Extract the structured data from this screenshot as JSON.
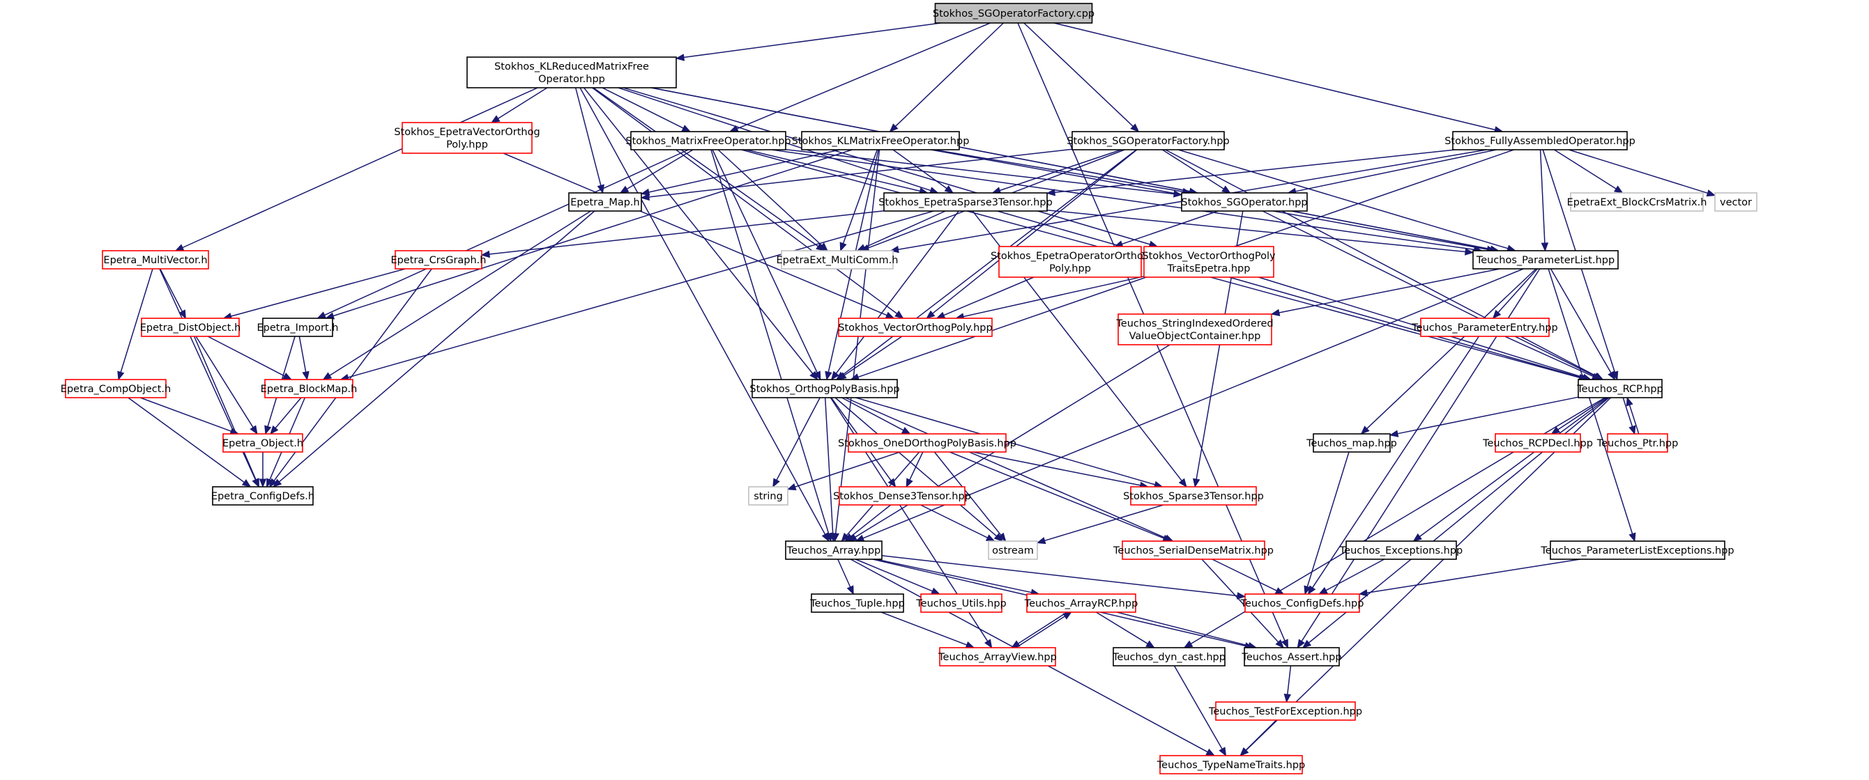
{
  "colors": {
    "edge": "#191970",
    "border_documented": "#000000",
    "border_undocumented": "#ff0000",
    "border_external": "#bfbfbf",
    "root_fill": "#bfbfbf",
    "fill": "#ffffff"
  },
  "nodes": [
    {
      "id": "root",
      "lines": [
        "Stokhos_SGOperatorFactory.cpp"
      ],
      "kind": "root"
    },
    {
      "id": "klreduced",
      "lines": [
        "Stokhos_KLReducedMatrixFree",
        "Operator.hpp"
      ],
      "kind": "documented"
    },
    {
      "id": "mfop",
      "lines": [
        "Stokhos_MatrixFreeOperator.hpp"
      ],
      "kind": "documented"
    },
    {
      "id": "klmf",
      "lines": [
        "Stokhos_KLMatrixFreeOperator.hpp"
      ],
      "kind": "documented"
    },
    {
      "id": "sgfac",
      "lines": [
        "Stokhos_SGOperatorFactory.hpp"
      ],
      "kind": "documented"
    },
    {
      "id": "fullyassem",
      "lines": [
        "Stokhos_FullyAssembledOperator.hpp"
      ],
      "kind": "documented"
    },
    {
      "id": "epetravecop",
      "lines": [
        "Stokhos_EpetraVectorOrthog",
        "Poly.hpp"
      ],
      "kind": "undocumented"
    },
    {
      "id": "epetramap",
      "lines": [
        "Epetra_Map.h"
      ],
      "kind": "documented"
    },
    {
      "id": "epsparse",
      "lines": [
        "Stokhos_EpetraSparse3Tensor.hpp"
      ],
      "kind": "documented"
    },
    {
      "id": "sgop",
      "lines": [
        "Stokhos_SGOperator.hpp"
      ],
      "kind": "documented"
    },
    {
      "id": "blockcrs",
      "lines": [
        "EpetraExt_BlockCrsMatrix.h"
      ],
      "kind": "external"
    },
    {
      "id": "vector",
      "lines": [
        "vector"
      ],
      "kind": "external"
    },
    {
      "id": "multivector",
      "lines": [
        "Epetra_MultiVector.h"
      ],
      "kind": "undocumented"
    },
    {
      "id": "crsgraph",
      "lines": [
        "Epetra_CrsGraph.h"
      ],
      "kind": "undocumented"
    },
    {
      "id": "multicomm",
      "lines": [
        "EpetraExt_MultiComm.h"
      ],
      "kind": "external"
    },
    {
      "id": "epopop",
      "lines": [
        "Stokhos_EpetraOperatorOrthog",
        "Poly.hpp"
      ],
      "kind": "undocumented"
    },
    {
      "id": "vecopte",
      "lines": [
        "Stokhos_VectorOrthogPoly",
        "TraitsEpetra.hpp"
      ],
      "kind": "undocumented"
    },
    {
      "id": "paramlist",
      "lines": [
        "Teuchos_ParameterList.hpp"
      ],
      "kind": "documented"
    },
    {
      "id": "distobj",
      "lines": [
        "Epetra_DistObject.h"
      ],
      "kind": "undocumented"
    },
    {
      "id": "import",
      "lines": [
        "Epetra_Import.h"
      ],
      "kind": "documented"
    },
    {
      "id": "vecop",
      "lines": [
        "Stokhos_VectorOrthogPoly.hpp"
      ],
      "kind": "undocumented"
    },
    {
      "id": "strindexed",
      "lines": [
        "Teuchos_StringIndexedOrdered",
        "ValueObjectContainer.hpp"
      ],
      "kind": "undocumented"
    },
    {
      "id": "paramentry",
      "lines": [
        "Teuchos_ParameterEntry.hpp"
      ],
      "kind": "undocumented"
    },
    {
      "id": "compobj",
      "lines": [
        "Epetra_CompObject.h"
      ],
      "kind": "undocumented"
    },
    {
      "id": "blockmap",
      "lines": [
        "Epetra_BlockMap.h"
      ],
      "kind": "undocumented"
    },
    {
      "id": "orthopoly",
      "lines": [
        "Stokhos_OrthogPolyBasis.hpp"
      ],
      "kind": "documented"
    },
    {
      "id": "rcp",
      "lines": [
        "Teuchos_RCP.hpp"
      ],
      "kind": "documented"
    },
    {
      "id": "epobject",
      "lines": [
        "Epetra_Object.h"
      ],
      "kind": "undocumented"
    },
    {
      "id": "oned",
      "lines": [
        "Stokhos_OneDOrthogPolyBasis.hpp"
      ],
      "kind": "undocumented"
    },
    {
      "id": "tmap",
      "lines": [
        "Teuchos_map.hpp"
      ],
      "kind": "documented"
    },
    {
      "id": "rcpdecl",
      "lines": [
        "Teuchos_RCPDecl.hpp"
      ],
      "kind": "undocumented"
    },
    {
      "id": "ptr",
      "lines": [
        "Teuchos_Ptr.hpp"
      ],
      "kind": "undocumented"
    },
    {
      "id": "configdefs",
      "lines": [
        "Epetra_ConfigDefs.h"
      ],
      "kind": "documented"
    },
    {
      "id": "string",
      "lines": [
        "string"
      ],
      "kind": "external"
    },
    {
      "id": "dense3",
      "lines": [
        "Stokhos_Dense3Tensor.hpp"
      ],
      "kind": "undocumented"
    },
    {
      "id": "sparse3",
      "lines": [
        "Stokhos_Sparse3Tensor.hpp"
      ],
      "kind": "undocumented"
    },
    {
      "id": "tarray",
      "lines": [
        "Teuchos_Array.hpp"
      ],
      "kind": "documented"
    },
    {
      "id": "ostream",
      "lines": [
        "ostream"
      ],
      "kind": "external"
    },
    {
      "id": "serialdense",
      "lines": [
        "Teuchos_SerialDenseMatrix.hpp"
      ],
      "kind": "undocumented"
    },
    {
      "id": "exceptions",
      "lines": [
        "Teuchos_Exceptions.hpp"
      ],
      "kind": "documented"
    },
    {
      "id": "plexceptions",
      "lines": [
        "Teuchos_ParameterListExceptions.hpp"
      ],
      "kind": "documented"
    },
    {
      "id": "tuple",
      "lines": [
        "Teuchos_Tuple.hpp"
      ],
      "kind": "documented"
    },
    {
      "id": "utils",
      "lines": [
        "Teuchos_Utils.hpp"
      ],
      "kind": "undocumented"
    },
    {
      "id": "arrayrcp",
      "lines": [
        "Teuchos_ArrayRCP.hpp"
      ],
      "kind": "undocumented"
    },
    {
      "id": "tconfig",
      "lines": [
        "Teuchos_ConfigDefs.hpp"
      ],
      "kind": "undocumented"
    },
    {
      "id": "arrayview",
      "lines": [
        "Teuchos_ArrayView.hpp"
      ],
      "kind": "undocumented"
    },
    {
      "id": "dyncast",
      "lines": [
        "Teuchos_dyn_cast.hpp"
      ],
      "kind": "documented"
    },
    {
      "id": "tassert",
      "lines": [
        "Teuchos_Assert.hpp"
      ],
      "kind": "documented"
    },
    {
      "id": "testforexc",
      "lines": [
        "Teuchos_TestForException.hpp"
      ],
      "kind": "undocumented"
    },
    {
      "id": "typenametraits",
      "lines": [
        "Teuchos_TypeNameTraits.hpp"
      ],
      "kind": "undocumented"
    }
  ],
  "edges": [
    [
      "root",
      "klreduced"
    ],
    [
      "root",
      "mfop"
    ],
    [
      "root",
      "klmf"
    ],
    [
      "root",
      "sgfac"
    ],
    [
      "root",
      "fullyassem"
    ],
    [
      "root",
      "tassert"
    ],
    [
      "klreduced",
      "multivector"
    ],
    [
      "klreduced",
      "epetravecop"
    ],
    [
      "klreduced",
      "mfop"
    ],
    [
      "klreduced",
      "epetramap"
    ],
    [
      "klreduced",
      "epsparse"
    ],
    [
      "klreduced",
      "sgop"
    ],
    [
      "klreduced",
      "paramlist"
    ],
    [
      "klreduced",
      "multicomm"
    ],
    [
      "klreduced",
      "vecopte"
    ],
    [
      "klreduced",
      "orthopoly"
    ],
    [
      "klreduced",
      "vecop"
    ],
    [
      "klreduced",
      "tarray"
    ],
    [
      "epetravecop",
      "vecop"
    ],
    [
      "mfop",
      "epetramap"
    ],
    [
      "mfop",
      "epsparse"
    ],
    [
      "mfop",
      "sgop"
    ],
    [
      "mfop",
      "multicomm"
    ],
    [
      "mfop",
      "orthopoly"
    ],
    [
      "mfop",
      "tarray"
    ],
    [
      "mfop",
      "import"
    ],
    [
      "mfop",
      "paramlist"
    ],
    [
      "mfop",
      "rcp"
    ],
    [
      "klmf",
      "epetramap"
    ],
    [
      "klmf",
      "epsparse"
    ],
    [
      "klmf",
      "sgop"
    ],
    [
      "klmf",
      "multicomm"
    ],
    [
      "klmf",
      "orthopoly"
    ],
    [
      "klmf",
      "tarray"
    ],
    [
      "klmf",
      "import"
    ],
    [
      "klmf",
      "paramlist"
    ],
    [
      "sgfac",
      "sgop"
    ],
    [
      "sgfac",
      "epsparse"
    ],
    [
      "sgfac",
      "epetramap"
    ],
    [
      "sgfac",
      "multicomm"
    ],
    [
      "sgfac",
      "paramlist"
    ],
    [
      "sgfac",
      "rcp"
    ],
    [
      "sgfac",
      "orthopoly"
    ],
    [
      "sgfac",
      "vecop"
    ],
    [
      "fullyassem",
      "blockcrs"
    ],
    [
      "fullyassem",
      "vector"
    ],
    [
      "fullyassem",
      "sgop"
    ],
    [
      "fullyassem",
      "epsparse"
    ],
    [
      "fullyassem",
      "paramlist"
    ],
    [
      "fullyassem",
      "rcp"
    ],
    [
      "fullyassem",
      "multicomm"
    ],
    [
      "fullyassem",
      "orthopoly"
    ],
    [
      "epetramap",
      "blockmap"
    ],
    [
      "epetramap",
      "configdefs"
    ],
    [
      "epsparse",
      "crsgraph"
    ],
    [
      "epsparse",
      "multicomm"
    ],
    [
      "epsparse",
      "orthopoly"
    ],
    [
      "epsparse",
      "sparse3"
    ],
    [
      "epsparse",
      "paramlist"
    ],
    [
      "epsparse",
      "rcp"
    ],
    [
      "epsparse",
      "blockmap"
    ],
    [
      "sgop",
      "epopop"
    ],
    [
      "sgop",
      "paramlist"
    ],
    [
      "sgop",
      "rcp"
    ],
    [
      "sgop",
      "sparse3"
    ],
    [
      "multivector",
      "distobj"
    ],
    [
      "multivector",
      "compobj"
    ],
    [
      "multivector",
      "configdefs"
    ],
    [
      "crsgraph",
      "distobj"
    ],
    [
      "crsgraph",
      "configdefs"
    ],
    [
      "epopop",
      "vecop"
    ],
    [
      "vecopte",
      "vecop"
    ],
    [
      "vecopte",
      "rcp"
    ],
    [
      "paramlist",
      "strindexed"
    ],
    [
      "paramlist",
      "paramentry"
    ],
    [
      "paramlist",
      "rcp"
    ],
    [
      "paramlist",
      "tmap"
    ],
    [
      "paramlist",
      "plexceptions"
    ],
    [
      "paramlist",
      "tarray"
    ],
    [
      "paramlist",
      "tassert"
    ],
    [
      "distobj",
      "blockmap"
    ],
    [
      "distobj",
      "epobject"
    ],
    [
      "distobj",
      "configdefs"
    ],
    [
      "import",
      "blockmap"
    ],
    [
      "import",
      "epobject"
    ],
    [
      "vecop",
      "orthopoly"
    ],
    [
      "strindexed",
      "tarray"
    ],
    [
      "paramentry",
      "rcp"
    ],
    [
      "paramentry",
      "tconfig"
    ],
    [
      "compobj",
      "epobject"
    ],
    [
      "compobj",
      "configdefs"
    ],
    [
      "blockmap",
      "epobject"
    ],
    [
      "blockmap",
      "configdefs"
    ],
    [
      "orthopoly",
      "oned"
    ],
    [
      "orthopoly",
      "string"
    ],
    [
      "orthopoly",
      "dense3"
    ],
    [
      "orthopoly",
      "sparse3"
    ],
    [
      "orthopoly",
      "tarray"
    ],
    [
      "orthopoly",
      "ostream"
    ],
    [
      "orthopoly",
      "serialdense"
    ],
    [
      "orthopoly",
      "arrayview"
    ],
    [
      "rcp",
      "rcpdecl"
    ],
    [
      "rcp",
      "ptr"
    ],
    [
      "rcp",
      "tmap"
    ],
    [
      "rcp",
      "exceptions"
    ],
    [
      "rcp",
      "dyncast"
    ],
    [
      "rcp",
      "tassert"
    ],
    [
      "rcp",
      "typenametraits"
    ],
    [
      "ptr",
      "rcp"
    ],
    [
      "epobject",
      "configdefs"
    ],
    [
      "oned",
      "string"
    ],
    [
      "oned",
      "dense3"
    ],
    [
      "oned",
      "sparse3"
    ],
    [
      "oned",
      "tarray"
    ],
    [
      "oned",
      "ostream"
    ],
    [
      "oned",
      "serialdense"
    ],
    [
      "tmap",
      "tconfig"
    ],
    [
      "dense3",
      "tarray"
    ],
    [
      "dense3",
      "ostream"
    ],
    [
      "sparse3",
      "ostream"
    ],
    [
      "tarray",
      "tuple"
    ],
    [
      "tarray",
      "utils"
    ],
    [
      "tarray",
      "arrayrcp"
    ],
    [
      "tarray",
      "tconfig"
    ],
    [
      "tarray",
      "tassert"
    ],
    [
      "tarray",
      "typenametraits"
    ],
    [
      "serialdense",
      "tconfig"
    ],
    [
      "serialdense",
      "tassert"
    ],
    [
      "exceptions",
      "tconfig"
    ],
    [
      "plexceptions",
      "tconfig"
    ],
    [
      "tuple",
      "arrayview"
    ],
    [
      "arrayrcp",
      "arrayview"
    ],
    [
      "arrayrcp",
      "dyncast"
    ],
    [
      "arrayrcp",
      "tassert"
    ],
    [
      "arrayview",
      "arrayrcp"
    ],
    [
      "tassert",
      "testforexc"
    ],
    [
      "testforexc",
      "typenametraits"
    ],
    [
      "dyncast",
      "typenametraits"
    ]
  ]
}
